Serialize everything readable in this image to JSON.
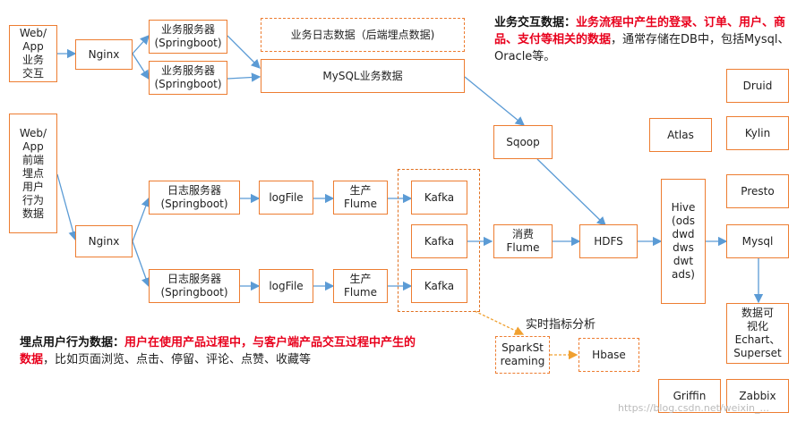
{
  "colors": {
    "box_border": "#ED7D31",
    "arrow": "#5B9BD5",
    "arrow_orange": "#F0A030",
    "highlight": "#E8001C"
  },
  "sources": {
    "web_business": "Web/\nApp\n业务\n交互",
    "web_tracking": "Web/\nApp\n前端\n埋点\n用户\n行为\n数据"
  },
  "nodes": {
    "nginx_top": "Nginx",
    "nginx_bottom": "Nginx",
    "biz_server_1": "业务服务器\n(Springboot)",
    "biz_server_2": "业务服务器\n(Springboot)",
    "biz_log": "业务日志数据（后端埋点数据)",
    "mysql_biz": "MySQL业务数据",
    "sqoop": "Sqoop",
    "log_server_1": "日志服务器\n(Springboot)",
    "log_server_2": "日志服务器\n(Springboot)",
    "logfile_1": "logFile",
    "logfile_2": "logFile",
    "flume_prod_1": "生产\nFlume",
    "flume_prod_2": "生产\nFlume",
    "kafka_1": "Kafka",
    "kafka_2": "Kafka",
    "kafka_3": "Kafka",
    "flume_consume": "消费\nFlume",
    "hdfs": "HDFS",
    "hive": "Hive\n(ods\ndwd\ndws\ndwt\nads)",
    "mysql_out": "Mysql",
    "viz": "数据可\n视化\nEchart、\nSuperset",
    "spark": "SparkSt\nreaming",
    "hbase": "Hbase",
    "atlas": "Atlas",
    "druid": "Druid",
    "kylin": "Kylin",
    "presto": "Presto",
    "griffin": "Griffin",
    "zabbix": "Zabbix"
  },
  "realtime_label": "实时指标分析",
  "business_note": {
    "title": "业务交互数据：",
    "highlight": "业务流程中产生的登录、订单、用户、商品、支付等相关的数据",
    "rest": "，通常存储在DB中，包括Mysql、Oracle等。"
  },
  "tracking_note": {
    "title": "埋点用户行为数据：",
    "highlight": "用户在使用产品过程中，与客户端产品交互过程中产生的数据",
    "rest": "，比如页面浏览、点击、停留、评论、点赞、收藏等"
  },
  "watermark": "https://blog.csdn.net/weixin_..."
}
